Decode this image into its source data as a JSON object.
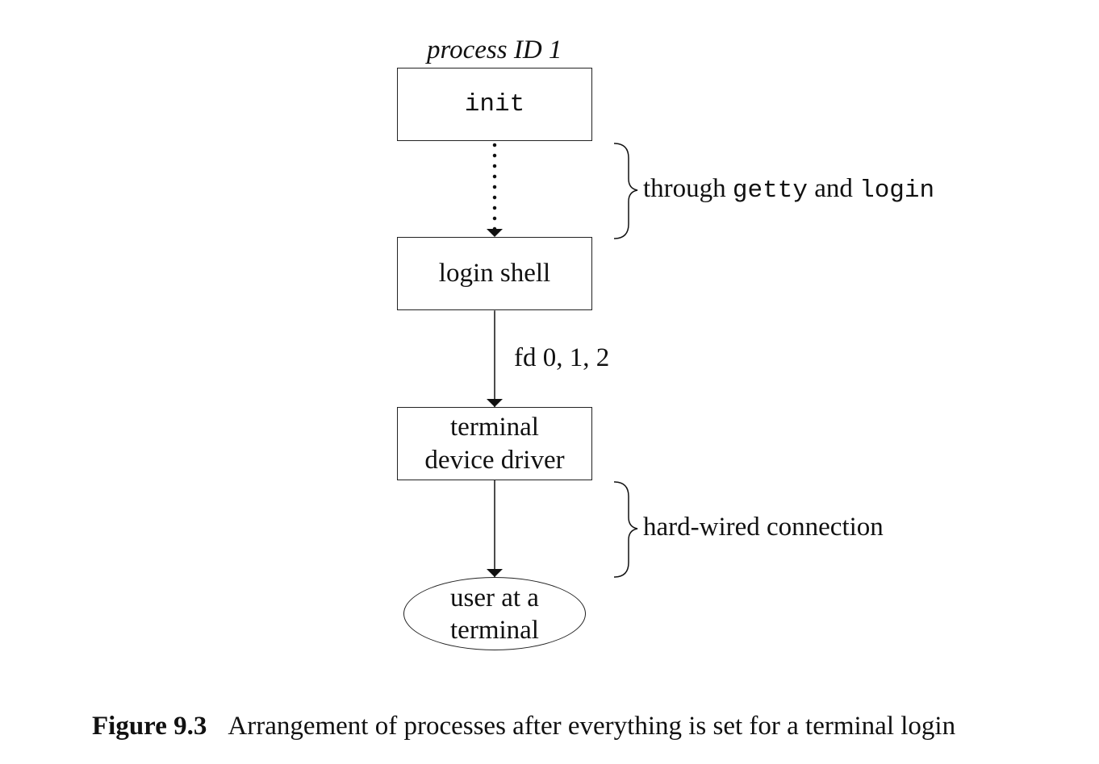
{
  "diagram": {
    "init_label": "process ID 1",
    "nodes": {
      "init": "init",
      "login_shell": "login shell",
      "terminal_driver_line1": "terminal",
      "terminal_driver_line2": "device driver",
      "user_line1": "user at a",
      "user_line2": "terminal"
    },
    "annotations": {
      "getty_login_prefix": "through",
      "getty_login_getty": "getty",
      "getty_login_and": "and",
      "getty_login_login": "login",
      "fd_label": "fd 0, 1, 2",
      "hardwired": "hard-wired connection"
    }
  },
  "caption": {
    "figure_number": "Figure 9.3",
    "text": "Arrangement of processes after everything is set for a terminal login"
  }
}
